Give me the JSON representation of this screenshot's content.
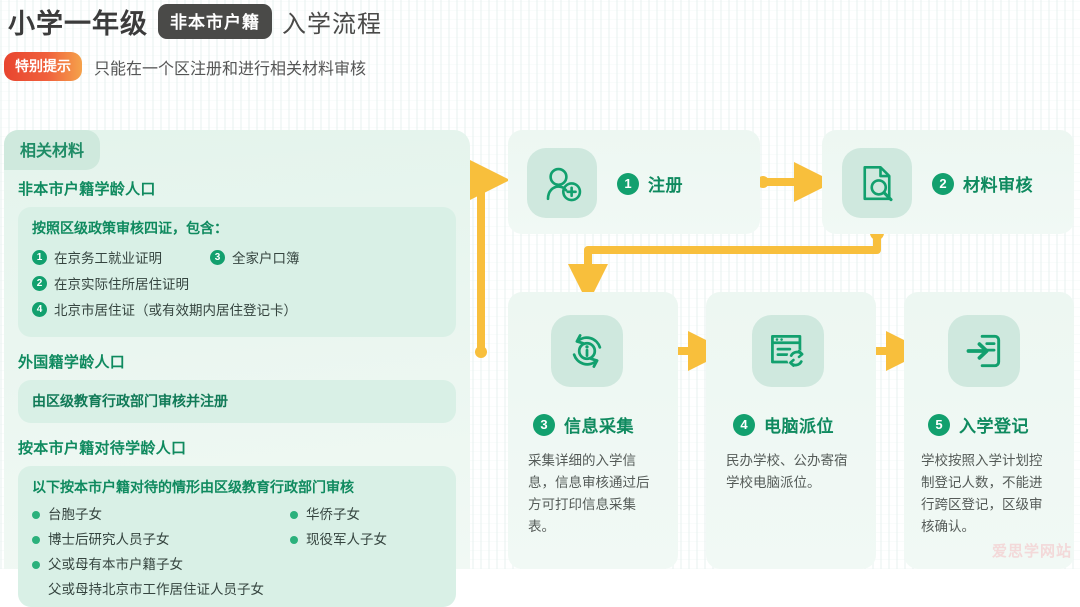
{
  "header": {
    "title_main": "小学一年级",
    "badge": "非本市户籍",
    "title_tail": "入学流程",
    "notice_badge": "特别提示",
    "notice_text": "只能在一个区注册和进行相关材料审核"
  },
  "materials": {
    "tab_label": "相关材料",
    "sections": [
      {
        "heading": "非本市户籍学龄人口",
        "box_title": "按照区级政策审核四证，包含：",
        "items": [
          {
            "num": "1",
            "text": "在京务工就业证明"
          },
          {
            "num": "2",
            "text": "在京实际住所居住证明"
          },
          {
            "num": "3",
            "text": "全家户口簿"
          },
          {
            "num": "4",
            "text": "北京市居住证（或有效期内居住登记卡）"
          }
        ]
      },
      {
        "heading": "外国籍学龄人口",
        "box_line": "由区级教育行政部门审核并注册"
      },
      {
        "heading": "按本市户籍对待学龄人口",
        "box_title": "以下按本市户籍对待的情形由区级教育行政部门审核",
        "bullets_left": [
          "台胞子女",
          "博士后研究人员子女",
          "父或母有本市户籍子女"
        ],
        "bullets_left_sub": "父或母持北京市工作居住证人员子女",
        "bullets_right": [
          "华侨子女",
          "现役军人子女"
        ]
      }
    ]
  },
  "flow": {
    "steps": [
      {
        "num": "1",
        "name": "注册",
        "icon": "user-add-icon",
        "desc": ""
      },
      {
        "num": "2",
        "name": "材料审核",
        "icon": "document-search-icon",
        "desc": ""
      },
      {
        "num": "3",
        "name": "信息采集",
        "icon": "info-refresh-icon",
        "desc": "采集详细的入学信息，信息审核通过后方可打印信息采集表。"
      },
      {
        "num": "4",
        "name": "电脑派位",
        "icon": "browser-sync-icon",
        "desc": "民办学校、公办寄宿学校电脑派位。"
      },
      {
        "num": "5",
        "name": "入学登记",
        "icon": "enroll-arrow-icon",
        "desc": "学校按照入学计划控制登记人数，不能进行跨区登记，区级审核确认。"
      }
    ]
  },
  "watermark": "爱思学网站",
  "colors": {
    "green_dark": "#0f8a5f",
    "green": "#12a06e",
    "green_light_bg": "#d9f0e6",
    "card_bg": "#eef8f3",
    "arrow_yellow": "#f8bf3c",
    "badge_dark": "#4a4a48",
    "notice_red": "#e8452f"
  }
}
